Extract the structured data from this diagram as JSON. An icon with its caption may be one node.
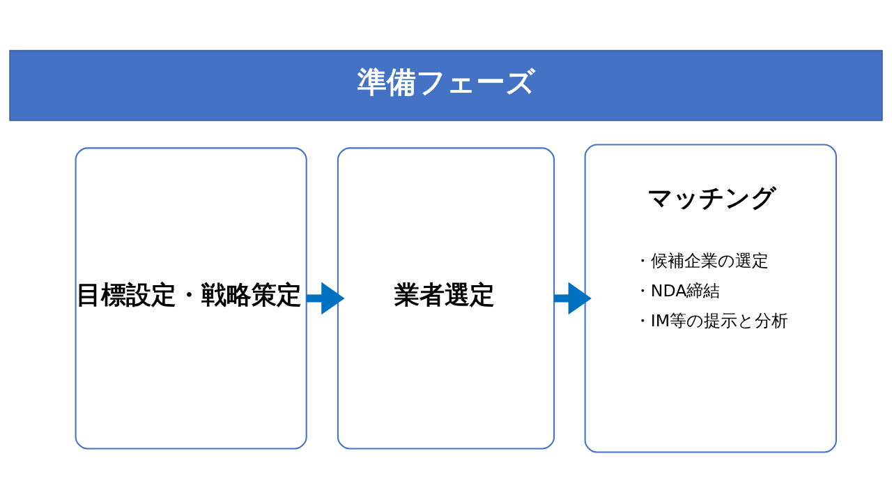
{
  "diagram": {
    "nodes": [
      {
        "text": [
          "準備フェーズ"
        ]
      },
      {
        "text": [
          "目標設定・戦略策定"
        ]
      },
      {
        "text": [
          "業者選定"
        ]
      },
      {
        "text": [
          "マッチング",
          "・候補企業の選定",
          "・NDA締結",
          "・IM等の提示と分析"
        ]
      }
    ],
    "edges": [
      {
        "from": 1,
        "to": 2,
        "arrow": "to"
      },
      {
        "from": 2,
        "to": 3,
        "arrow": "to"
      }
    ]
  }
}
